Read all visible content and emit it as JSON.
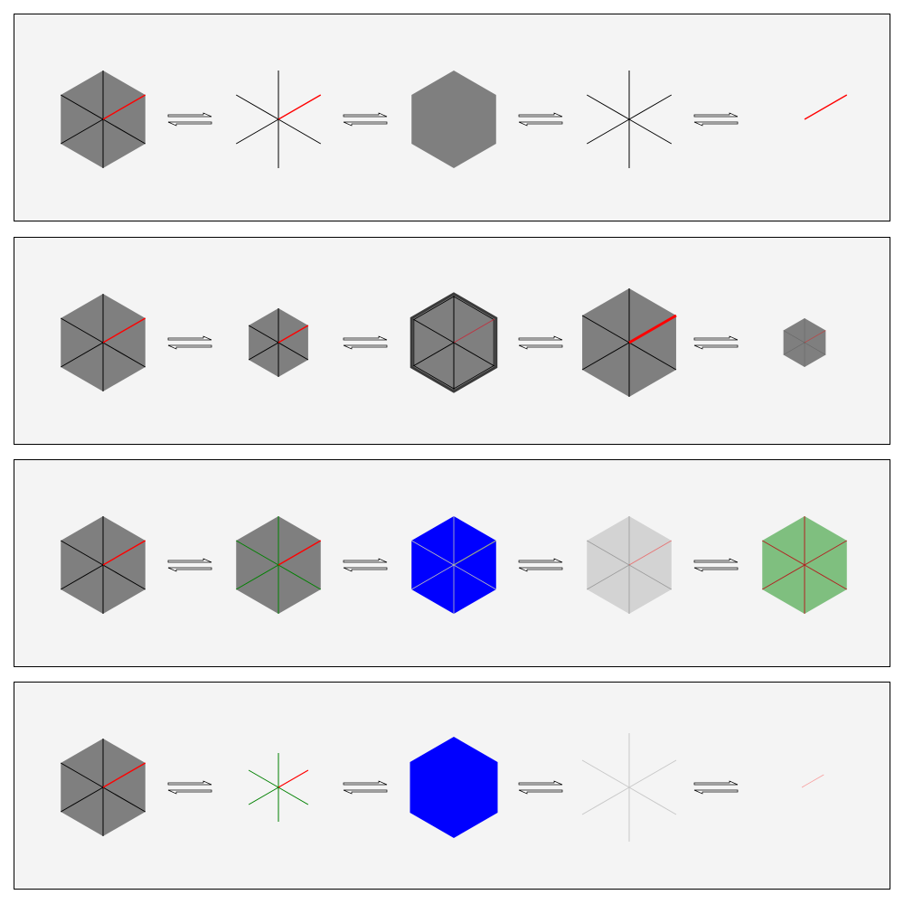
{
  "colors": {
    "panel_background": "#f4f4f4",
    "panel_border": "#000000",
    "hexagon_gray": "#7f7f7f",
    "spoke_black": "#000000",
    "highlight_red": "#ff0000",
    "alt_green": "#008000",
    "fill_blue": "#0000ff",
    "fill_light_gray": "#d3d3d3",
    "fill_light_green": "#7fbf7f"
  },
  "panels": [
    {
      "name": "row-1",
      "variants": [
        {
          "name": "full-hexagon",
          "parts": [
            "hexagon",
            "spokes",
            "red-spoke"
          ]
        },
        {
          "name": "spokes-only",
          "parts": [
            "spokes",
            "red-spoke"
          ]
        },
        {
          "name": "hexagon-only",
          "parts": [
            "hexagon"
          ]
        },
        {
          "name": "black-spokes-only",
          "parts": [
            "spokes"
          ]
        },
        {
          "name": "red-spoke-only",
          "parts": [
            "red-spoke"
          ]
        }
      ]
    },
    {
      "name": "row-2",
      "variants": [
        {
          "name": "full-hexagon",
          "size": "normal"
        },
        {
          "name": "small-hexagon",
          "size": "small"
        },
        {
          "name": "outlined-hexagon",
          "size": "normal",
          "outline": "thick"
        },
        {
          "name": "large-hexagon",
          "size": "large",
          "red_spoke": "thick"
        },
        {
          "name": "faded-tiny-hexagon",
          "size": "tiny",
          "lines": "faded"
        }
      ]
    },
    {
      "name": "row-3",
      "variants": [
        {
          "name": "gray-black",
          "fill": "gray",
          "spokes": "black"
        },
        {
          "name": "gray-green",
          "fill": "gray",
          "spokes": "green"
        },
        {
          "name": "blue-white",
          "fill": "blue",
          "spokes": "light"
        },
        {
          "name": "light-gray",
          "fill": "light-gray",
          "spokes": "gray"
        },
        {
          "name": "green-red",
          "fill": "light-green",
          "spokes": "red"
        }
      ]
    },
    {
      "name": "row-4",
      "variants": [
        {
          "name": "full-hexagon"
        },
        {
          "name": "green-spokes"
        },
        {
          "name": "blue-hexagon"
        },
        {
          "name": "light-gray-spokes"
        },
        {
          "name": "faint-red-spoke"
        }
      ]
    }
  ]
}
